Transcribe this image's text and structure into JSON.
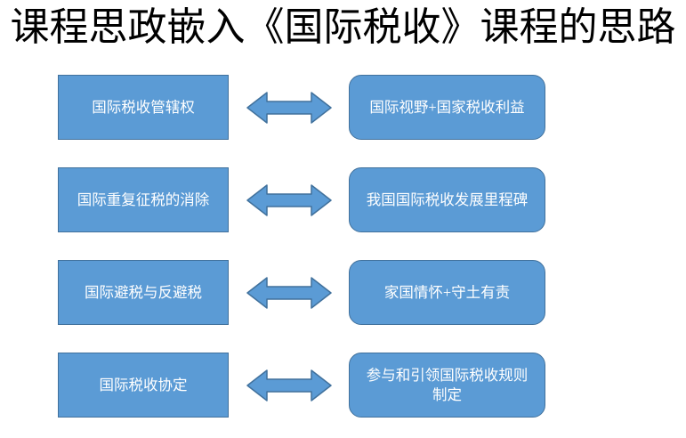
{
  "title": "课程思政嵌入《国际税收》课程的思路",
  "colors": {
    "box_fill": "#5B9BD5",
    "box_border": "#41719C",
    "box_text": "#FFFFFF",
    "title_color": "#000000"
  },
  "diagram": {
    "rows": [
      {
        "left": "国际税收管辖权",
        "right": "国际视野+国家税收利益"
      },
      {
        "left": "国际重复征税的消除",
        "right": "我国国际税收发展里程碑"
      },
      {
        "left": "国际避税与反避税",
        "right": "家国情怀+守土有责"
      },
      {
        "left": "国际税收协定",
        "right": "参与和引领国际税收规则制定"
      }
    ],
    "icons": {
      "arrow": "double-headed-arrow"
    }
  }
}
